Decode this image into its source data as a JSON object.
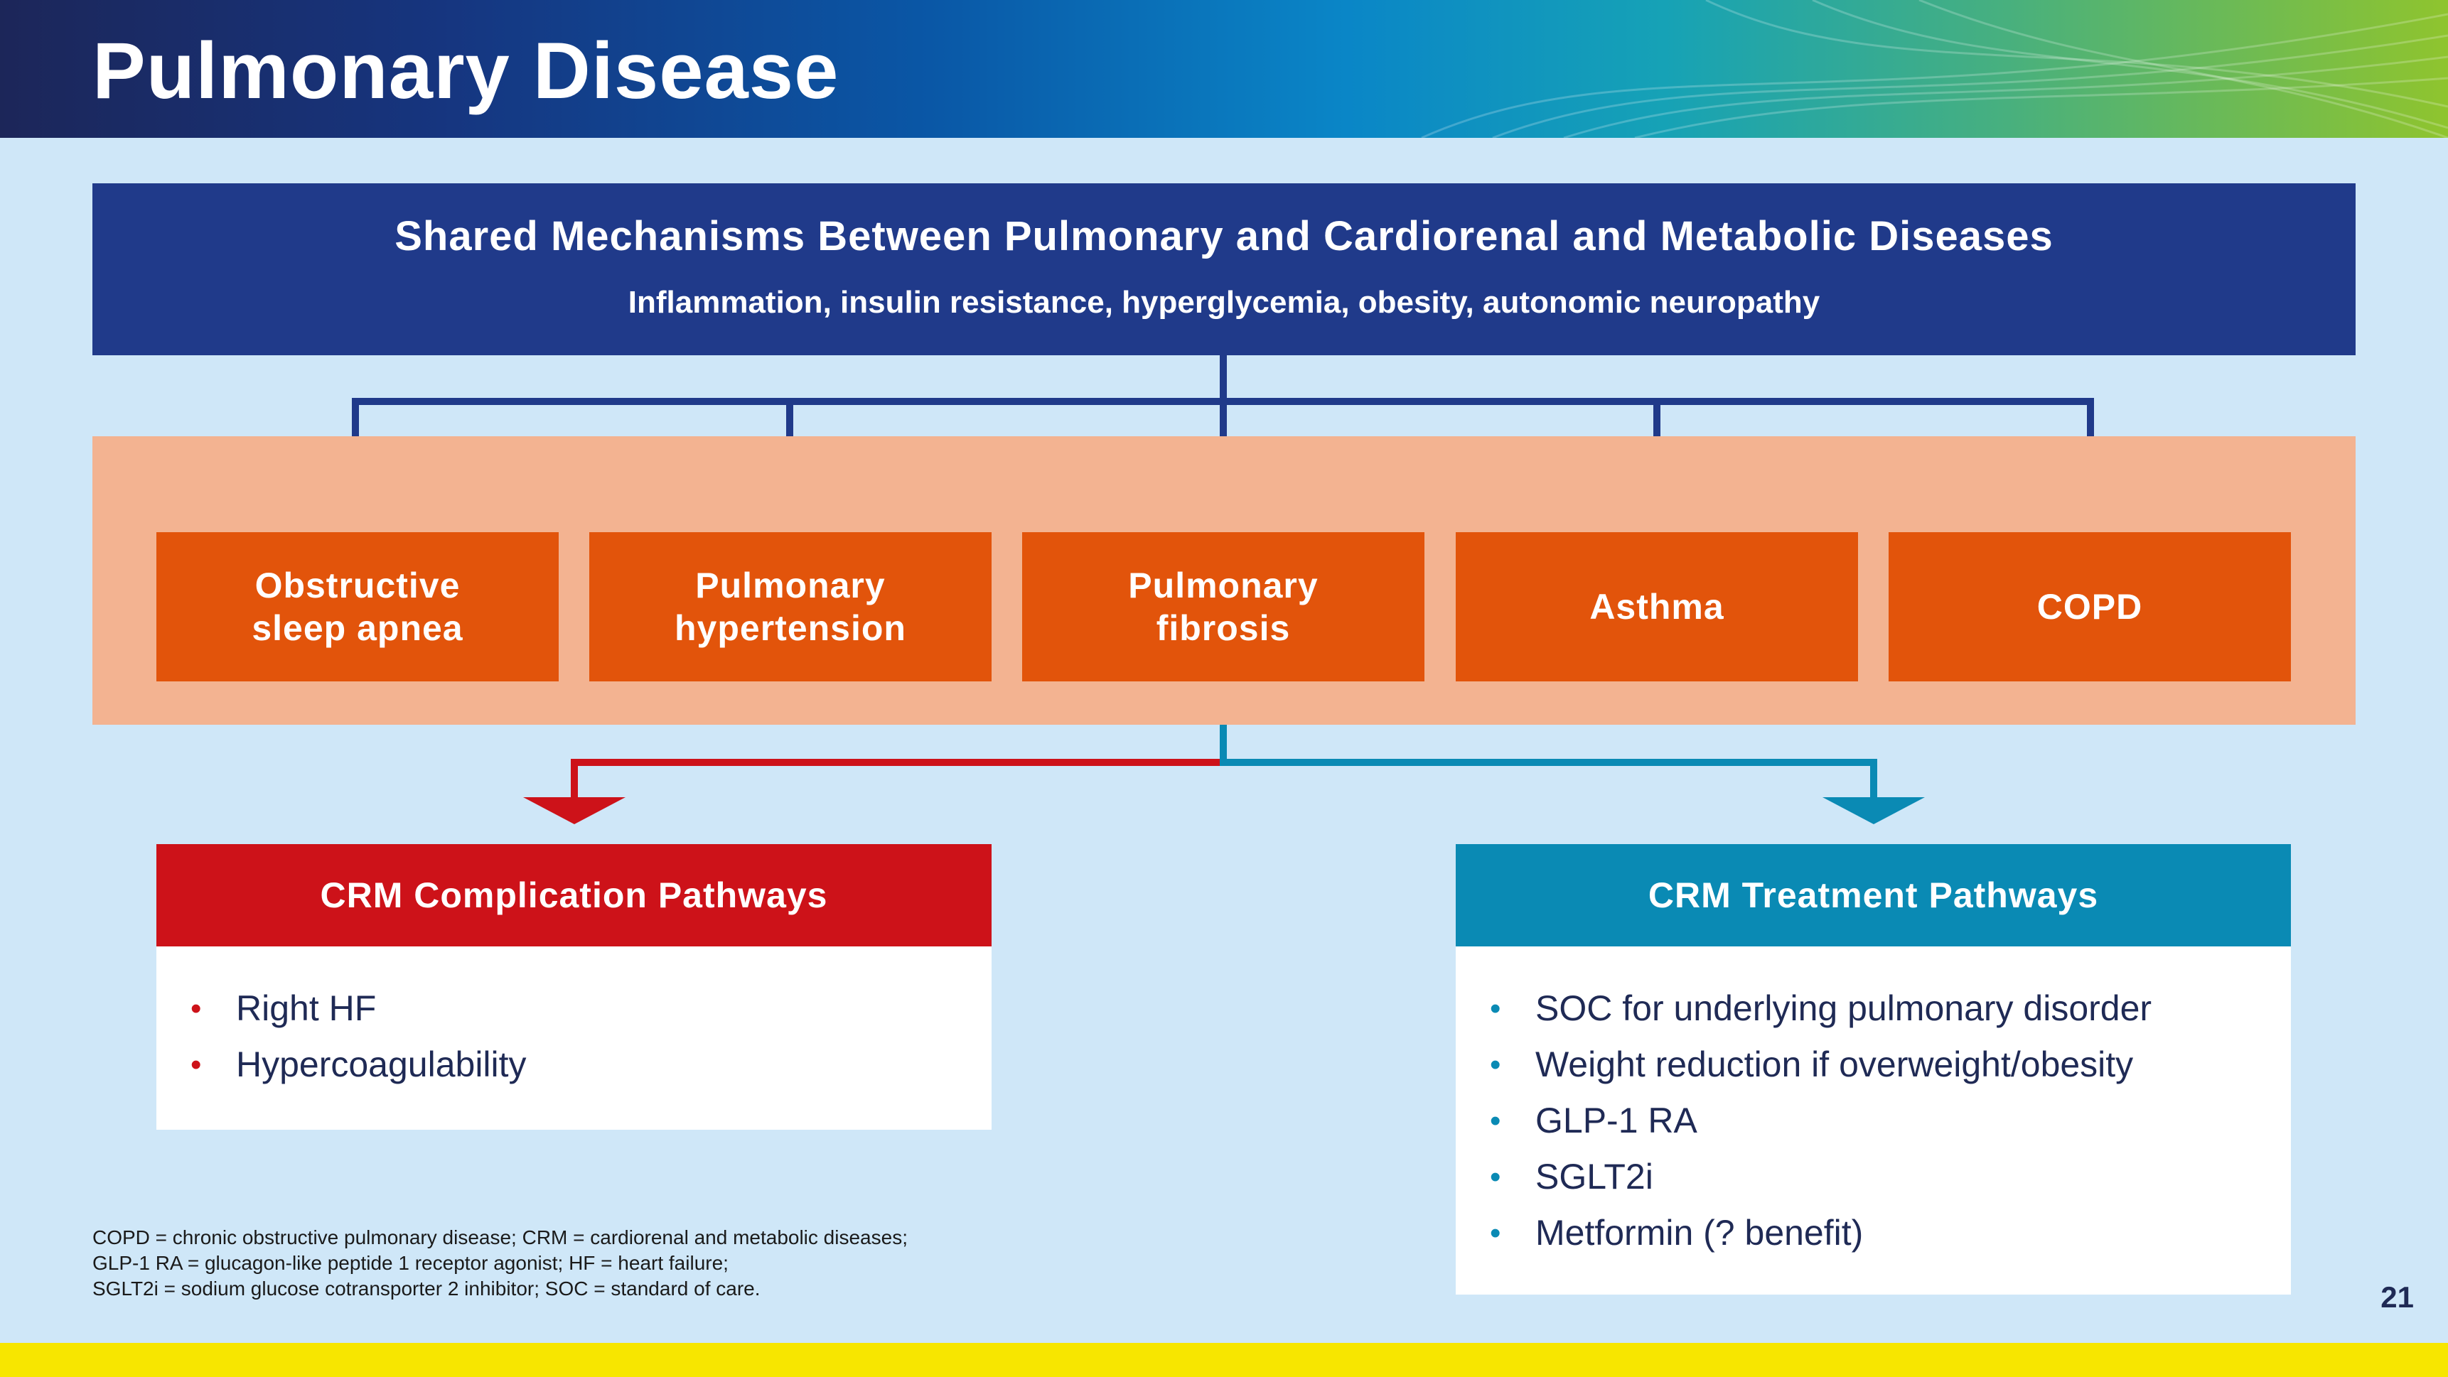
{
  "page": {
    "title": "Pulmonary Disease",
    "page_number": "21"
  },
  "shared_mechanisms": {
    "title": "Shared Mechanisms Between Pulmonary and Cardiorenal and Metabolic Diseases",
    "subtitle": "Inflammation, insulin resistance, hyperglycemia, obesity, autonomic neuropathy"
  },
  "diseases": [
    "Obstructive\nsleep apnea",
    "Pulmonary\nhypertension",
    "Pulmonary\nfibrosis",
    "Asthma",
    "COPD"
  ],
  "complication_pathways": {
    "title": "CRM Complication Pathways",
    "items": [
      "Right HF",
      "Hypercoagulability"
    ]
  },
  "treatment_pathways": {
    "title": "CRM Treatment Pathways",
    "items": [
      "SOC for underlying pulmonary disorder",
      "Weight reduction if overweight/obesity",
      "GLP-1 RA",
      "SGLT2i",
      "Metformin (? benefit)"
    ]
  },
  "footnotes": [
    "COPD = chronic obstructive pulmonary disease; CRM = cardiorenal and metabolic diseases;",
    "GLP-1 RA = glucagon-like peptide 1 receptor agonist; HF = heart failure;",
    "SGLT2i = sodium glucose cotransporter 2 inhibitor; SOC = standard of care."
  ],
  "colors": {
    "navy": "#203a8a",
    "orange": "#e2540b",
    "peach": "#f3b391",
    "red": "#cd1219",
    "teal": "#0a8ab4",
    "background": "#cfe7f8",
    "footer_yellow": "#f7e600"
  }
}
